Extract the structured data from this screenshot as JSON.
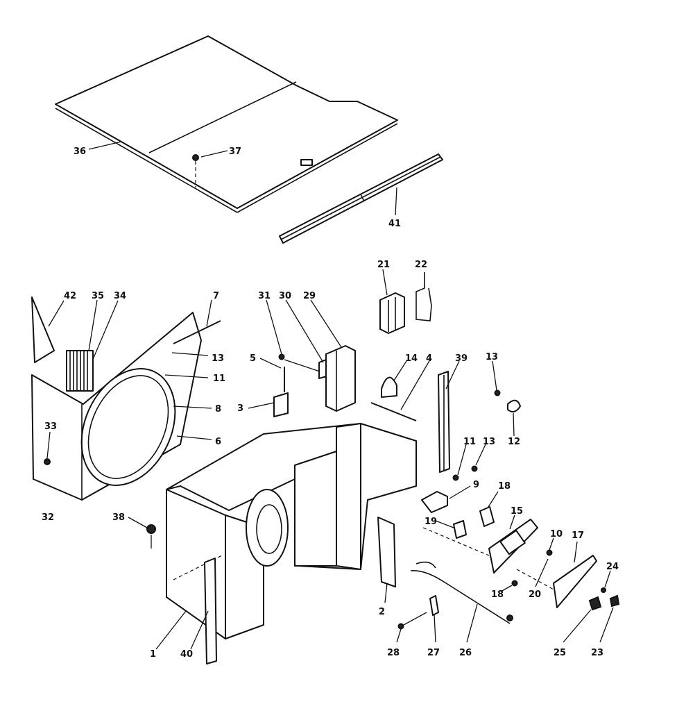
{
  "diagram": {
    "callouts": {
      "c36": "36",
      "c37": "37",
      "c41": "41",
      "c21": "21",
      "c22": "22",
      "c42": "42",
      "c35": "35",
      "c34": "34",
      "c7": "7",
      "c31": "31",
      "c30": "30",
      "c29": "29",
      "c13a": "13",
      "c11a": "11",
      "c8": "8",
      "c6": "6",
      "c5": "5",
      "c3": "3",
      "c14": "14",
      "c4": "4",
      "c39": "39",
      "c13b": "13",
      "c12": "12",
      "c11b": "11",
      "c13c": "13",
      "c33": "33",
      "c32": "32",
      "c38": "38",
      "c9": "9",
      "c18a": "18",
      "c19": "19",
      "c15": "15",
      "c10": "10",
      "c17": "17",
      "c24": "24",
      "c20": "20",
      "c18b": "18",
      "c2": "2",
      "c1": "1",
      "c40": "40",
      "c28": "28",
      "c27": "27",
      "c26": "26",
      "c25": "25",
      "c23": "23"
    }
  }
}
